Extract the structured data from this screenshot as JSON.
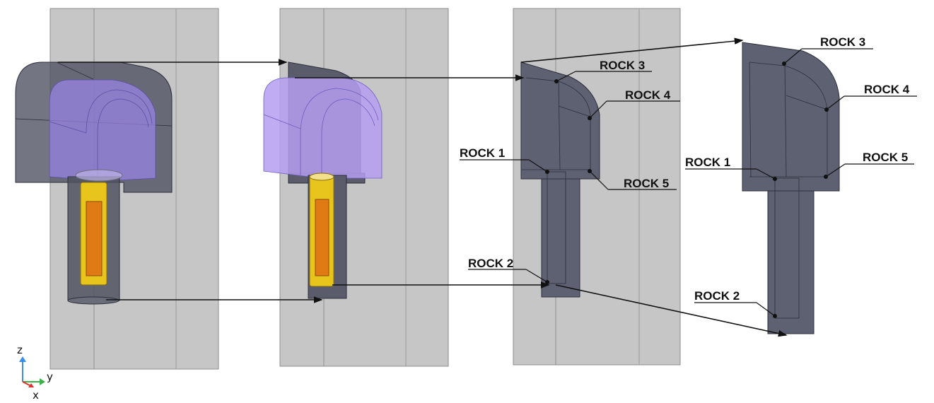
{
  "labels": {
    "rock_1": "ROCK 1",
    "rock_2": "ROCK 2",
    "rock_3": "ROCK 3",
    "rock_4": "ROCK 4",
    "rock_5": "ROCK 5"
  },
  "axes": {
    "z": "z",
    "y": "y",
    "x": "x"
  },
  "colors": {
    "slab": "#c4c4c4",
    "slab_edge": "#8c8c8c",
    "rock_solid": "#5d6072",
    "rock_edge": "#2e3040",
    "purple": "#9b85e8",
    "yellow": "#e8c51c",
    "orange": "#e07a14",
    "axis_z": "#3a8ee6",
    "axis_y": "#3cb04a",
    "axis_x": "#e03030"
  }
}
